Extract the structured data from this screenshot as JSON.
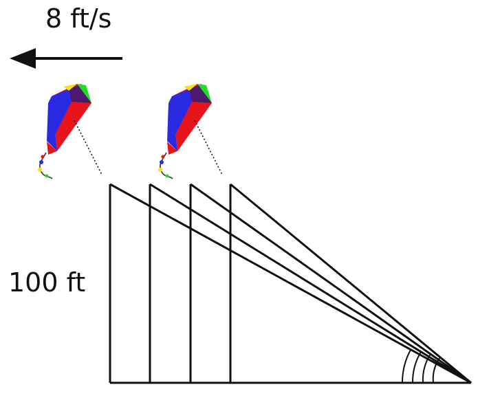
{
  "diagram": {
    "speed_label": "8 ft/s",
    "height_label": "100 ft",
    "kite_count": 2,
    "position_count": 4,
    "colors": {
      "line": "#111111",
      "kite_red": "#e8141c",
      "kite_blue": "#2a2ae0",
      "kite_green": "#22dd22",
      "kite_yellow": "#f2e21a",
      "kite_dark": "#4b1a6e"
    }
  }
}
